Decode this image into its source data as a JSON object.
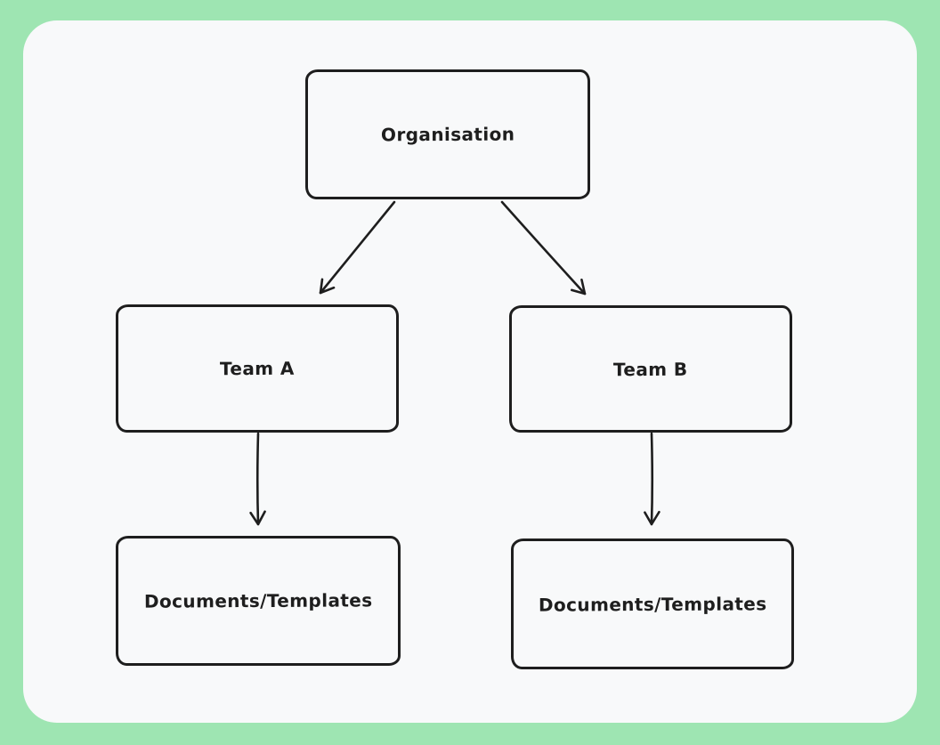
{
  "colors": {
    "frame": "#9ee5b2",
    "surface": "#f8f9fa",
    "stroke": "#1e1e1e",
    "text": "#1e1e1e"
  },
  "diagram": {
    "type": "flowchart",
    "nodes": [
      {
        "id": "organisation",
        "label": "Organisation"
      },
      {
        "id": "team-a",
        "label": "Team A"
      },
      {
        "id": "team-b",
        "label": "Team B"
      },
      {
        "id": "docs-a",
        "label": "Documents/Templates"
      },
      {
        "id": "docs-b",
        "label": "Documents/Templates"
      }
    ],
    "edges": [
      {
        "from": "organisation",
        "to": "team-a",
        "style": "arrow"
      },
      {
        "from": "organisation",
        "to": "team-b",
        "style": "arrow"
      },
      {
        "from": "team-a",
        "to": "docs-a",
        "style": "arrow"
      },
      {
        "from": "team-b",
        "to": "docs-b",
        "style": "arrow"
      }
    ]
  }
}
